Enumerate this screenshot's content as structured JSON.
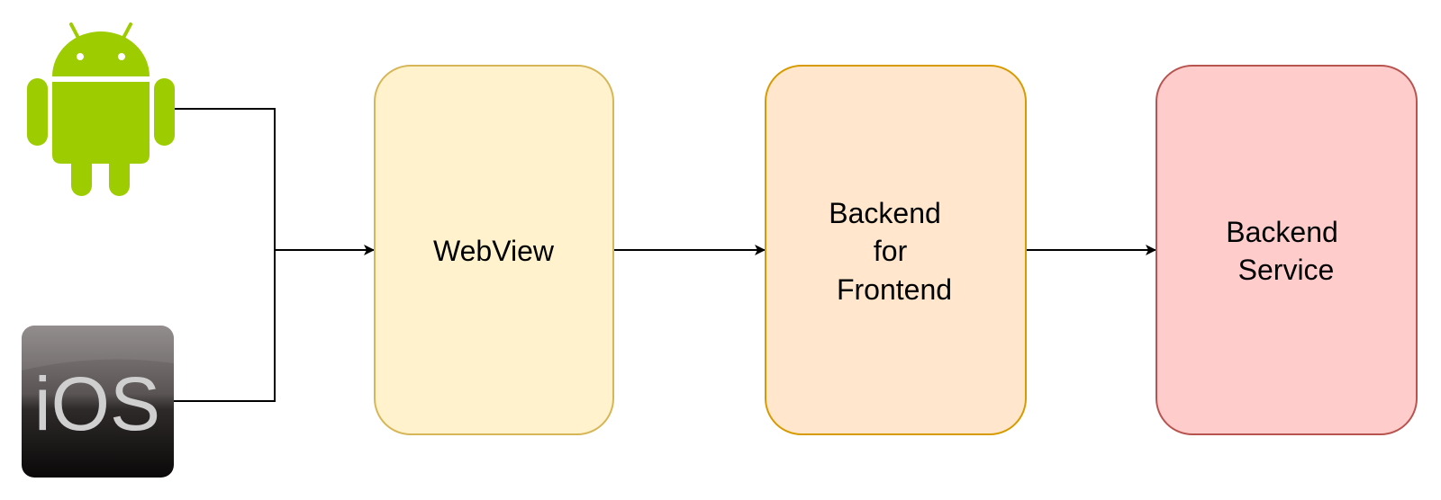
{
  "diagram": {
    "nodes": {
      "webview": {
        "lines": [
          "WebView"
        ],
        "fill": "#fff2cc",
        "stroke": "#d6b656"
      },
      "bff": {
        "lines": [
          "Backend",
          "for",
          "Frontend"
        ],
        "fill": "#ffe6cc",
        "stroke": "#d79b00"
      },
      "backend_service": {
        "lines": [
          "Backend",
          "Service"
        ],
        "fill": "#ffcccc",
        "stroke": "#b85450"
      }
    },
    "icons": {
      "android": {
        "name": "android-icon",
        "color": "#9dcc00"
      },
      "ios": {
        "name": "ios-icon",
        "text": "iOS"
      }
    },
    "edges": [
      {
        "from": "android",
        "to": "webview"
      },
      {
        "from": "ios",
        "to": "webview"
      },
      {
        "from": "webview",
        "to": "bff"
      },
      {
        "from": "bff",
        "to": "backend_service"
      }
    ],
    "edge_color": "#000000"
  }
}
